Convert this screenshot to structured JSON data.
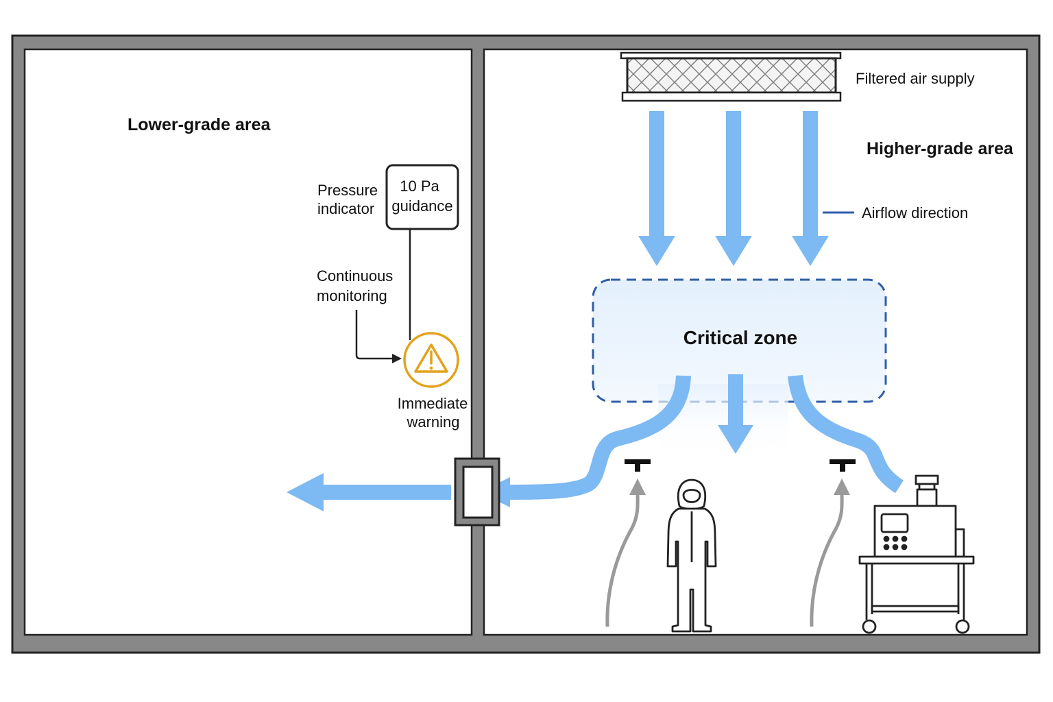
{
  "diagram": {
    "areas": {
      "lower": "Lower-grade area",
      "higher": "Higher-grade area"
    },
    "labels": {
      "filtered_air_supply": "Filtered air supply",
      "airflow_direction": "Airflow direction",
      "critical_zone": "Critical zone",
      "pressure_indicator_line1": "Pressure",
      "pressure_indicator_line2": "indicator",
      "continuous_monitoring_line1": "Continuous",
      "continuous_monitoring_line2": "monitoring",
      "immediate_warning_line1": "Immediate",
      "immediate_warning_line2": "warning"
    },
    "pressure_box": {
      "value_line": "10 Pa",
      "note_line": "guidance"
    },
    "colors": {
      "airflow": "#7db9f2",
      "airflow_legend": "#2f5ea8",
      "wall": "#888888",
      "warning": "#e3a21a",
      "zone_border": "#2f5ea8",
      "zone_fill": "#e6f2fd",
      "return_arrow": "#9a9a9a"
    },
    "icons": [
      "hepa-filter-icon",
      "warning-triangle-icon",
      "person-in-gown-icon",
      "equipment-cart-icon",
      "sensor-icon"
    ]
  }
}
